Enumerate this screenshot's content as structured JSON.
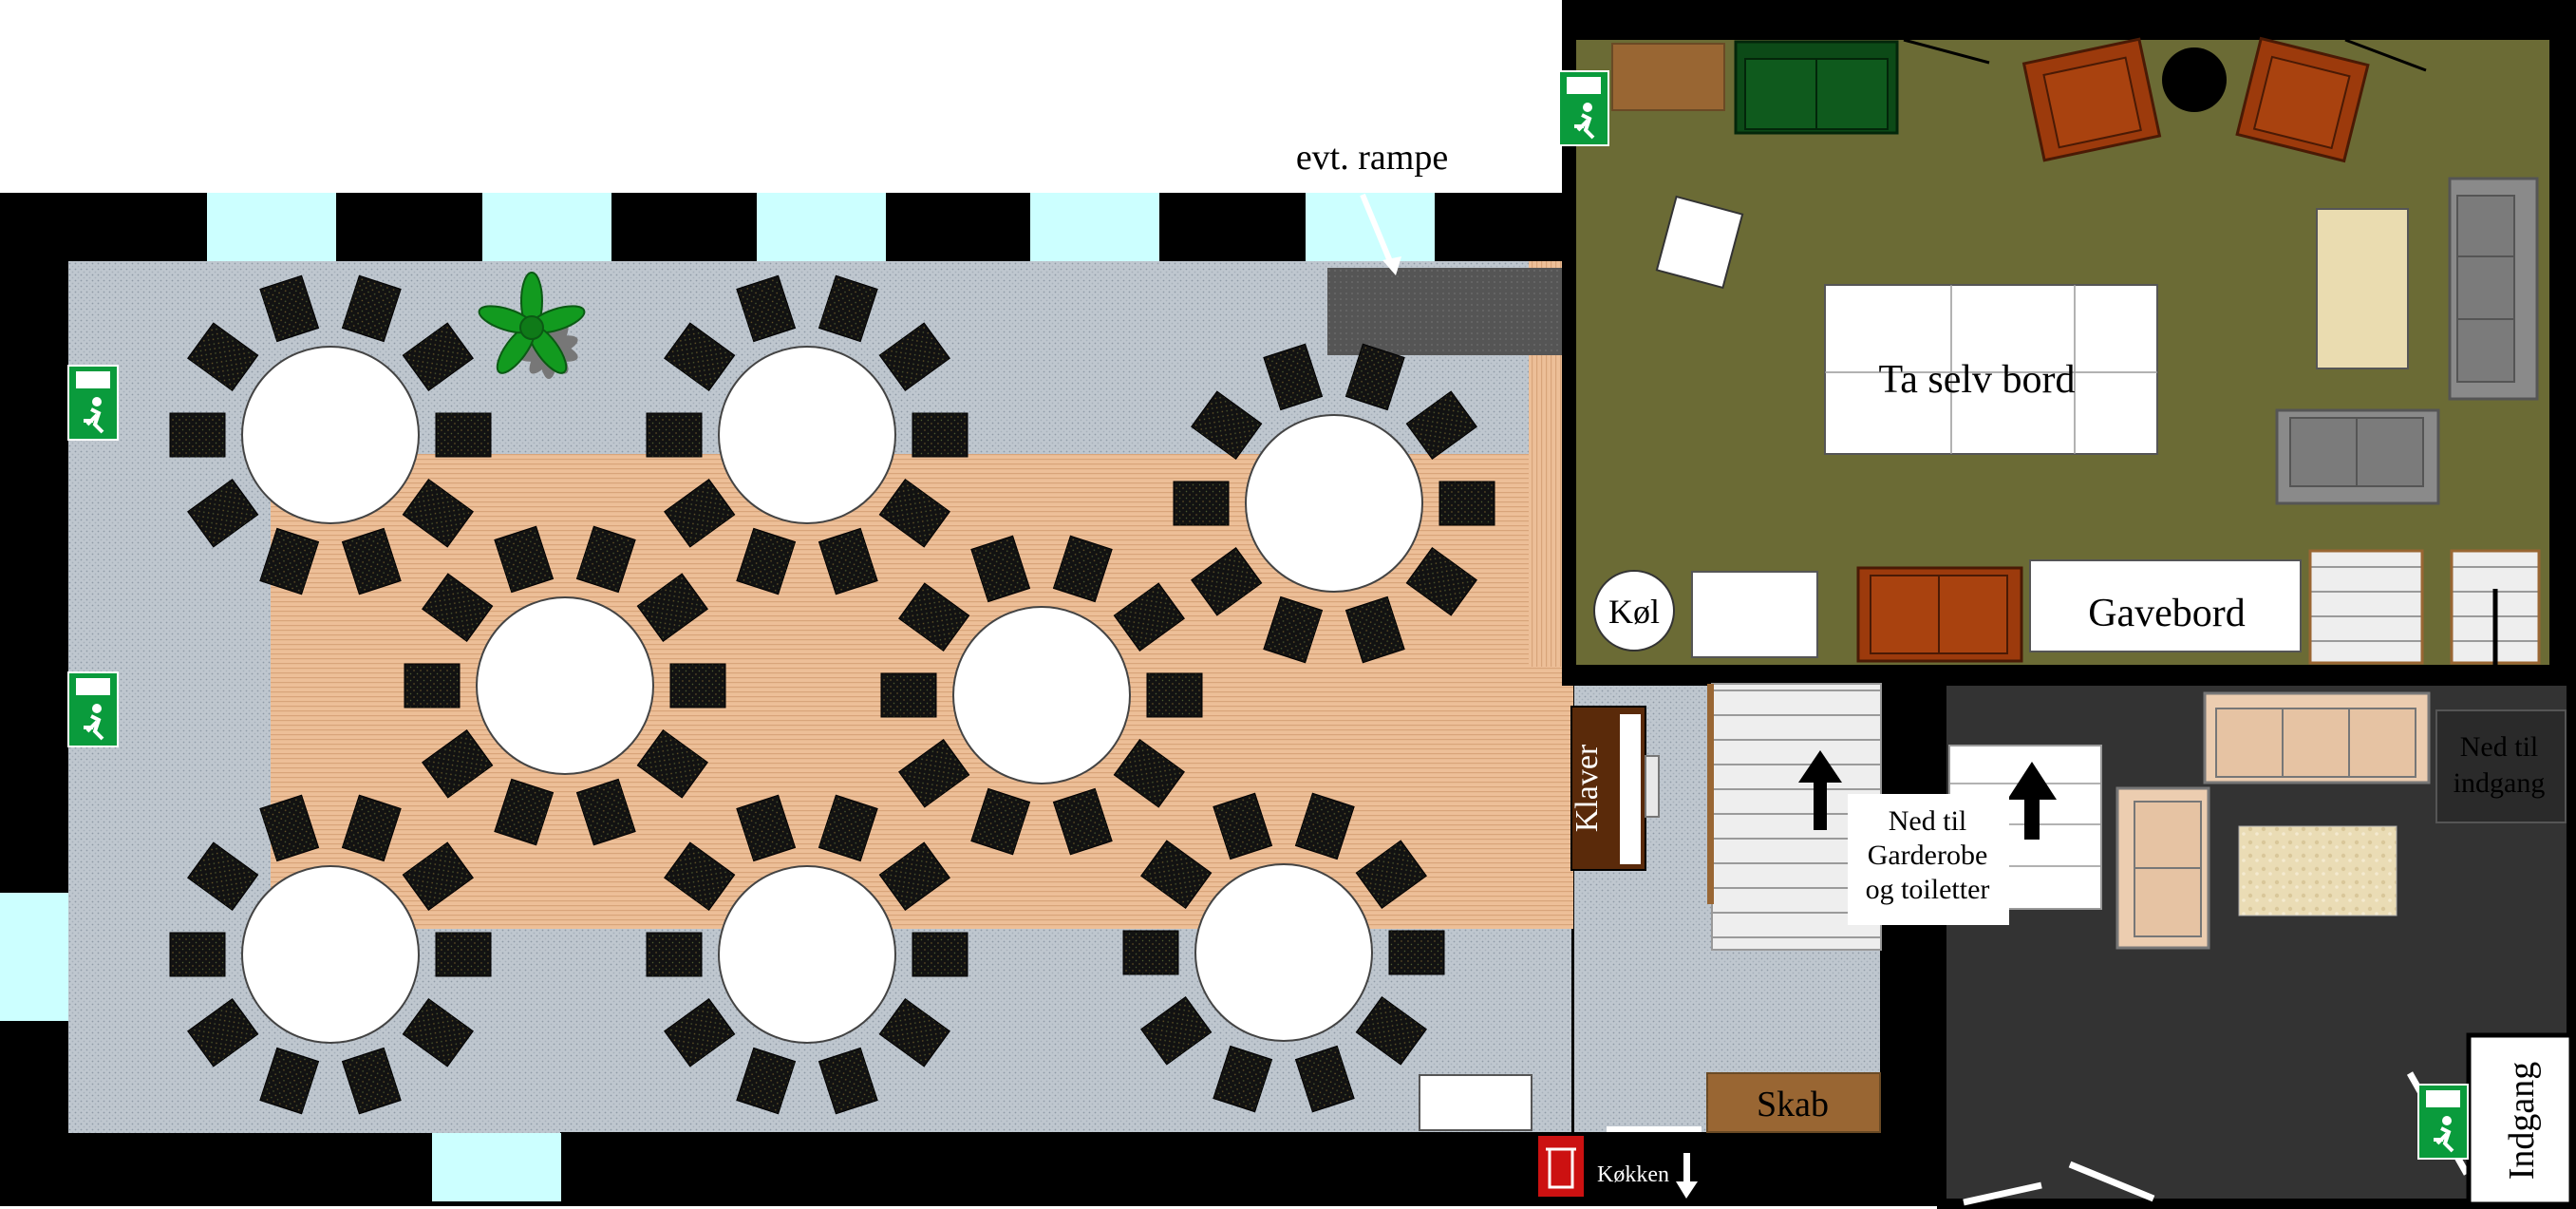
{
  "labels": {
    "rampe": "evt. rampe",
    "ta_selv_bord": "Ta selv bord",
    "gavebord": "Gavebord",
    "kol": "Køl",
    "klaver": "Klaver",
    "ned_garderobe_1": "Ned til",
    "ned_garderobe_2": "Garderobe",
    "ned_garderobe_3": "og toiletter",
    "ned_indgang_1": "Ned til",
    "ned_indgang_2": "indgang",
    "skab": "Skab",
    "kokken": "Køkken",
    "indgang": "Indgang"
  },
  "icons": {
    "emergency_exit": "emergency-exit-sign",
    "fire_extinguisher": "fire-extinguisher",
    "plant": "potted-plant",
    "arrow": "arrow"
  },
  "colors": {
    "wall": "#000000",
    "window": "#ccffff",
    "carpet": "#bfc8d0",
    "floorboards": "#e8b690",
    "green_room": "#6b6b35",
    "dark_room": "#333333",
    "chair": "#141414",
    "table": "#ffffff",
    "exit_green": "#0a9b3c",
    "sofa_red": "#9c3a0c",
    "sofa_green": "#0c4a17",
    "sofa_grey": "#8a8a8a",
    "sofa_beige": "#eccdb0",
    "cabinet": "#996633"
  },
  "round_tables": {
    "count": 8,
    "chairs_per_table": 10
  }
}
